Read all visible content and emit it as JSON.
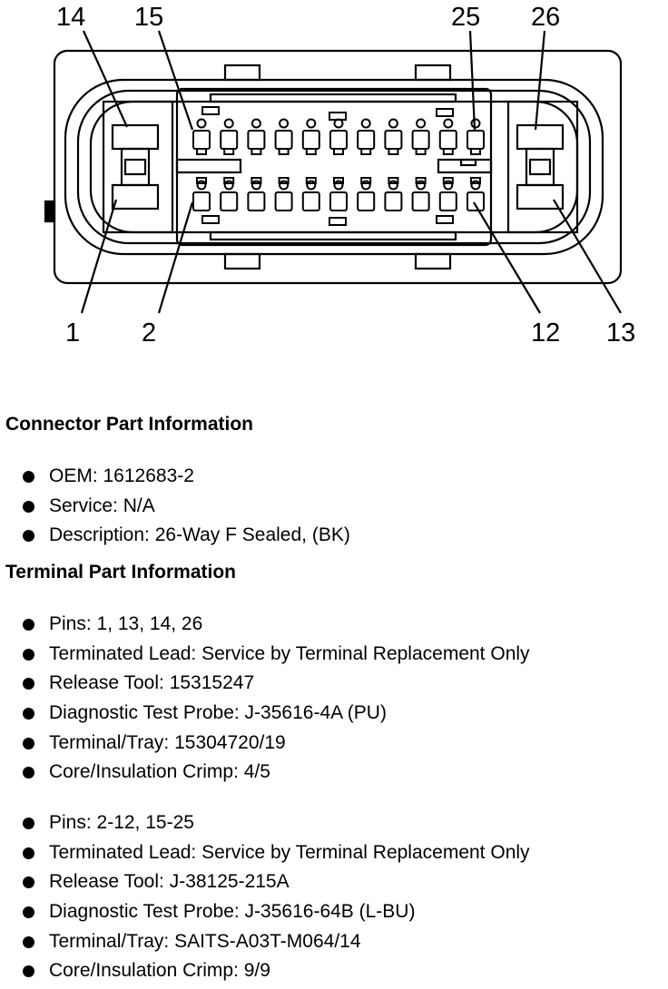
{
  "diagram": {
    "callouts_top": [
      "14",
      "15",
      "25",
      "26"
    ],
    "callouts_bottom": [
      "1",
      "2",
      "12",
      "13"
    ]
  },
  "connector": {
    "title": "Connector Part Information",
    "items": [
      "OEM: 1612683-2",
      "Service: N/A",
      "Description: 26-Way F Sealed, (BK)"
    ]
  },
  "terminal": {
    "title": "Terminal Part Information",
    "group1": [
      "Pins: 1, 13, 14, 26",
      "Terminated Lead: Service by Terminal Replacement Only",
      "Release Tool: 15315247",
      "Diagnostic Test Probe: J-35616-4A (PU)",
      "Terminal/Tray: 15304720/19",
      "Core/Insulation Crimp: 4/5"
    ],
    "group2": [
      "Pins: 2-12, 15-25",
      "Terminated Lead: Service by Terminal Replacement Only",
      "Release Tool: J-38125-215A",
      "Diagnostic Test Probe: J-35616-64B (L-BU)",
      "Terminal/Tray: SAITS-A03T-M064/14",
      "Core/Insulation Crimp: 9/9"
    ]
  }
}
